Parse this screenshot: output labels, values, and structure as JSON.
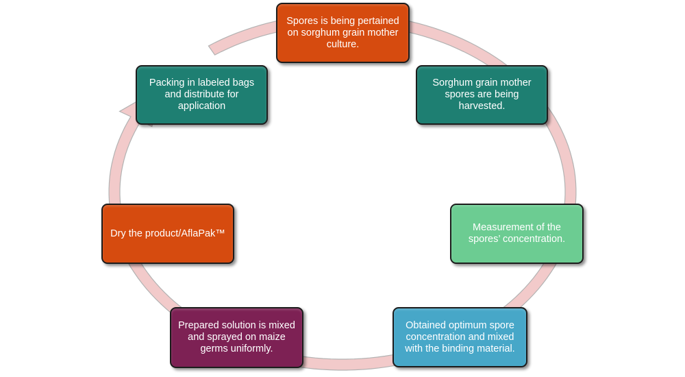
{
  "colors": {
    "ring_fill": "#f2caca",
    "ring_stroke": "#b2b2b2",
    "orange": "#d64b0f",
    "dark_teal": "#1e7f72",
    "light_green": "#6ccc92",
    "light_blue": "#47a7c8",
    "plum": "#7d2154"
  },
  "steps": [
    {
      "text": "Spores is being pertained on sorghum grain mother culture.",
      "color": "#d64b0f"
    },
    {
      "text": "Sorghum grain mother spores are being harvested.",
      "color": "#1e7f72"
    },
    {
      "text": "Measurement of the spores’ concentration.",
      "color": "#6ccc92"
    },
    {
      "text": "Obtained optimum spore concentration and mixed with the binding material.",
      "color": "#47a7c8"
    },
    {
      "text": "Prepared solution is mixed and sprayed on maize germs uniformly.",
      "color": "#7d2154"
    },
    {
      "text": "Dry the product/AflaPak™",
      "color": "#d64b0f"
    },
    {
      "text": "Packing in labeled bags and distribute for application",
      "color": "#1e7f72"
    }
  ]
}
